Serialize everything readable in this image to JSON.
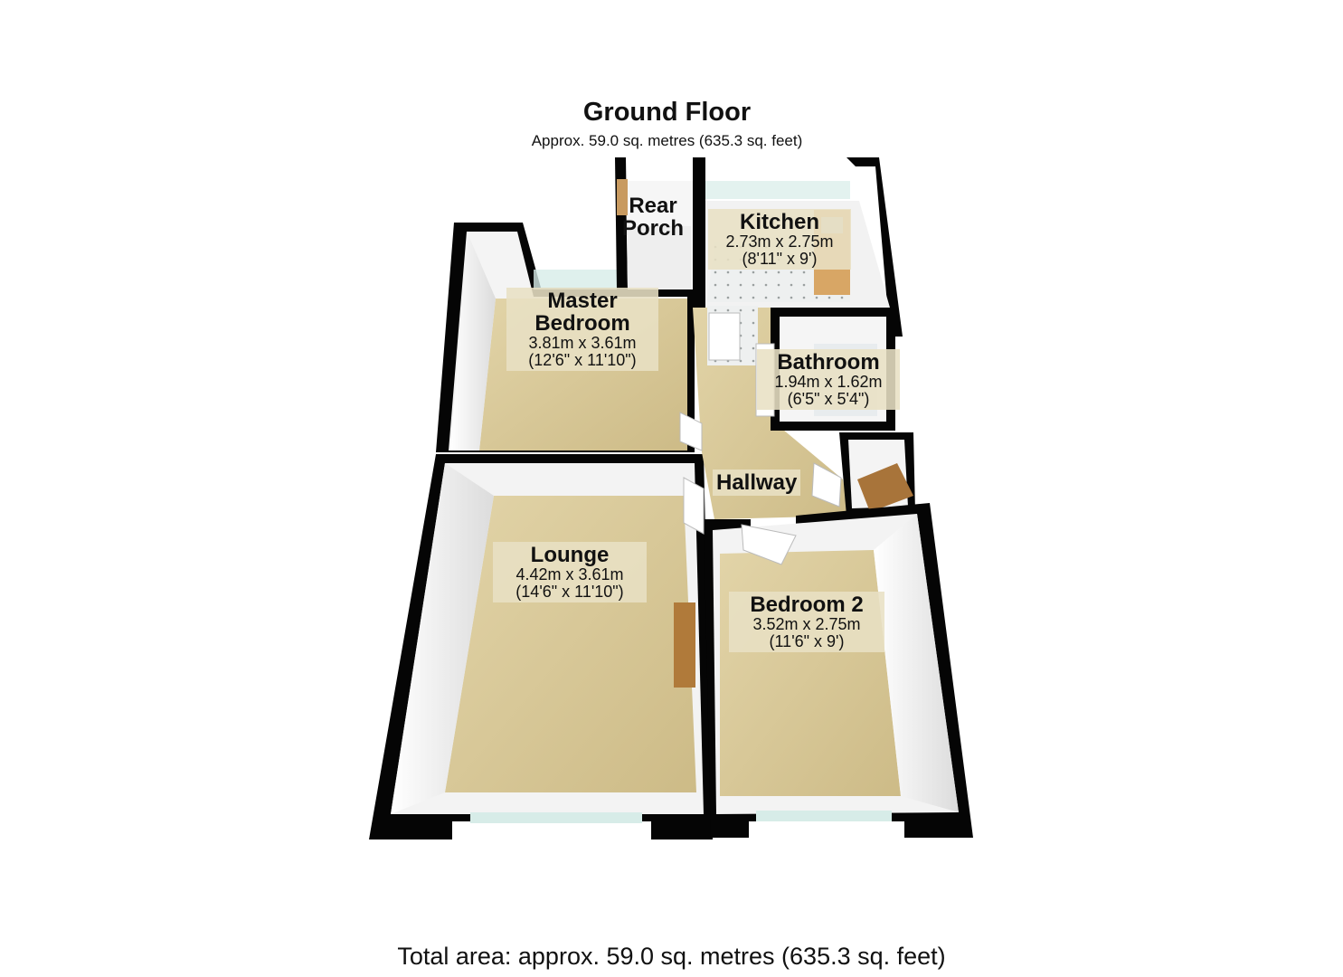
{
  "floor": {
    "title": "Ground Floor",
    "subtitle": "Approx. 59.0 sq. metres (635.3 sq. feet)"
  },
  "rooms": {
    "master_bedroom": {
      "name_line1": "Master",
      "name_line2": "Bedroom",
      "metric": "3.81m x 3.61m",
      "imperial": "(12'6\" x 11'10\")"
    },
    "lounge": {
      "name": "Lounge",
      "metric": "4.42m x 3.61m",
      "imperial": "(14'6\" x 11'10\")"
    },
    "kitchen": {
      "name": "Kitchen",
      "metric": "2.73m x 2.75m",
      "imperial": "(8'11\" x 9')"
    },
    "rear_porch": {
      "name_line1": "Rear",
      "name_line2": "Porch"
    },
    "bathroom": {
      "name": "Bathroom",
      "metric": "1.94m x 1.62m",
      "imperial": "(6'5\" x 5'4\")"
    },
    "hallway": {
      "name": "Hallway"
    },
    "bedroom2": {
      "name": "Bedroom 2",
      "metric": "3.52m x 2.75m",
      "imperial": "(11'6\" x 9')"
    }
  },
  "total_area": "Total area: approx. 59.0 sq. metres (635.3 sq. feet)",
  "colors": {
    "wall": "#050505",
    "floor_carpet": "#d8c89a",
    "floor_tile": "#eceff0",
    "wall_face": "#f2f2f2",
    "glass": "#d7ece8",
    "wood": "#b07a3a"
  }
}
